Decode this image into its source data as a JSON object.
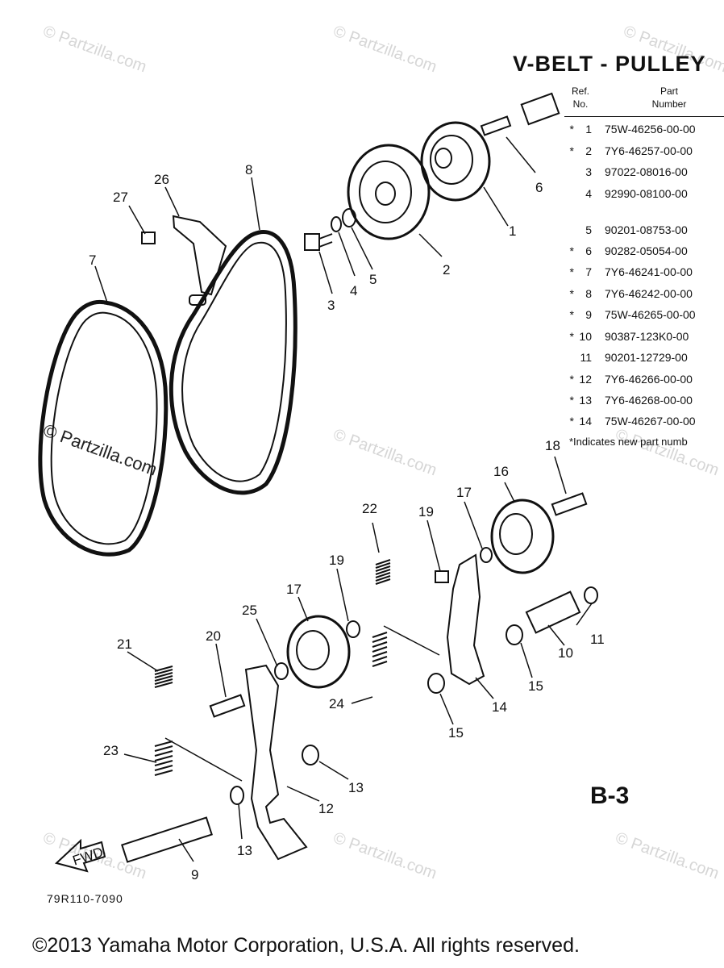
{
  "title": "V-BELT - PULLEY",
  "table": {
    "ref_header": [
      "Ref.",
      "No."
    ],
    "part_header": [
      "Part",
      "Number"
    ],
    "rows": [
      {
        "star": "*",
        "ref": "1",
        "part": "75W-46256-00-00"
      },
      {
        "star": "*",
        "ref": "2",
        "part": "7Y6-46257-00-00"
      },
      {
        "star": "",
        "ref": "3",
        "part": "97022-08016-00"
      },
      {
        "star": "",
        "ref": "4",
        "part": "92990-08100-00"
      },
      {
        "star": "",
        "ref": "5",
        "part": "90201-08753-00"
      },
      {
        "star": "*",
        "ref": "6",
        "part": "90282-05054-00"
      },
      {
        "star": "*",
        "ref": "7",
        "part": "7Y6-46241-00-00"
      },
      {
        "star": "*",
        "ref": "8",
        "part": "7Y6-46242-00-00"
      },
      {
        "star": "*",
        "ref": "9",
        "part": "75W-46265-00-00"
      },
      {
        "star": "*",
        "ref": "10",
        "part": "90387-123K0-00"
      },
      {
        "star": "",
        "ref": "11",
        "part": "90201-12729-00"
      },
      {
        "star": "*",
        "ref": "12",
        "part": "7Y6-46266-00-00"
      },
      {
        "star": "*",
        "ref": "13",
        "part": "7Y6-46268-00-00"
      },
      {
        "star": "*",
        "ref": "14",
        "part": "75W-46267-00-00"
      }
    ],
    "note": "*Indicates new part numb"
  },
  "callouts": [
    "1",
    "2",
    "3",
    "4",
    "5",
    "6",
    "7",
    "8",
    "9",
    "10",
    "11",
    "12",
    "13",
    "13",
    "14",
    "15",
    "15",
    "16",
    "17",
    "17",
    "18",
    "19",
    "19",
    "20",
    "21",
    "22",
    "23",
    "24",
    "25",
    "26",
    "27"
  ],
  "fwd_label": "FWD",
  "page_id": "B-3",
  "drawing_code": "79R110-7090",
  "copyright": "©2013  Yamaha Motor Corporation, U.S.A. All rights reserved.",
  "watermark": "© Partzilla.com"
}
